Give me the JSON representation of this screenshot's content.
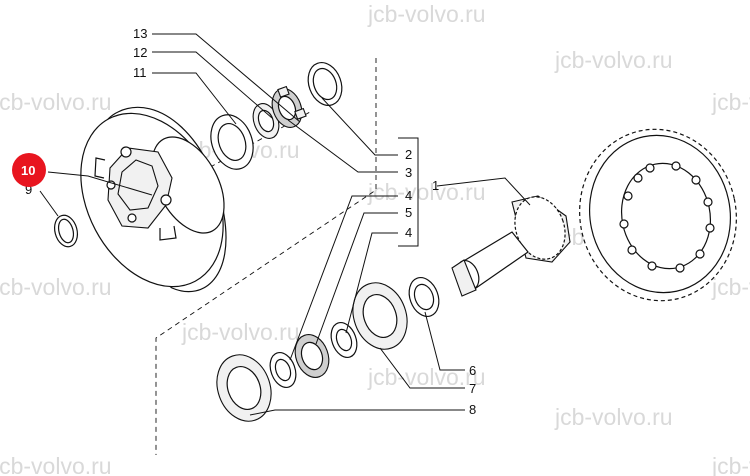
{
  "watermark": "jcb-volvo.ru",
  "highlight": {
    "label": "10",
    "color": "#e8151f"
  },
  "callouts": {
    "c1": "1",
    "c2": "2",
    "c3": "3",
    "c4a": "4",
    "c4b": "4",
    "c5": "5",
    "c6": "6",
    "c7": "7",
    "c8": "8",
    "c9": "9",
    "c11": "11",
    "c12": "12",
    "c13": "13"
  }
}
